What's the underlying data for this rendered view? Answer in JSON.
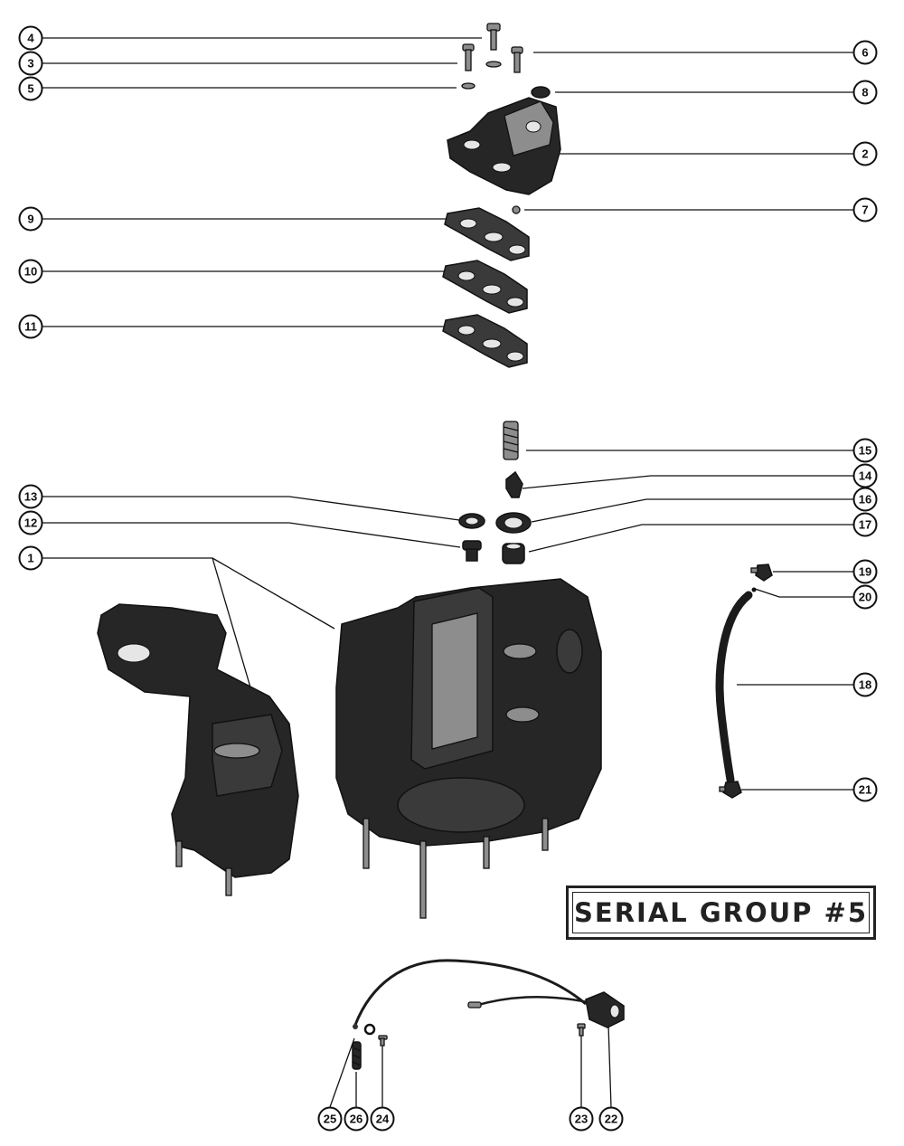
{
  "serial_group_label": "SERIAL GROUP #5",
  "callouts": [
    "1",
    "2",
    "3",
    "4",
    "5",
    "6",
    "7",
    "8",
    "9",
    "10",
    "11",
    "12",
    "13",
    "14",
    "15",
    "16",
    "17",
    "18",
    "19",
    "20",
    "21",
    "22",
    "23",
    "24",
    "25",
    "26"
  ],
  "parts": [
    "cylinder-block-and-crankcase",
    "transfer-port-cover",
    "screw",
    "screw",
    "washer",
    "screw",
    "check-valve",
    "seal",
    "gasket",
    "gasket",
    "gasket",
    "fitting",
    "seal",
    "valve",
    "spring",
    "seal",
    "bushing",
    "hose",
    "fitting",
    "ball",
    "fitting",
    "thermostat-switch",
    "screw",
    "screw",
    "washer",
    "clamp"
  ]
}
